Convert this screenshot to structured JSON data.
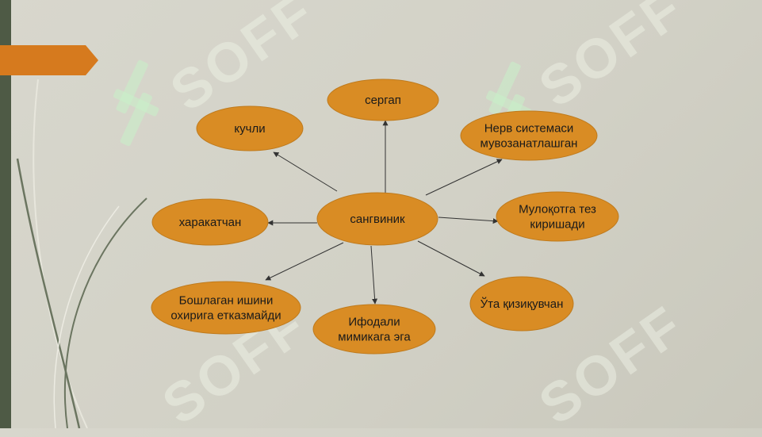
{
  "watermark": {
    "text": "SOFF"
  },
  "colors": {
    "node_fill": "#d98c24",
    "node_stroke": "#bf7a1c",
    "accent": "#d67a1e",
    "left_bar": "#4e5a45",
    "arrow": "#333333"
  },
  "diagram": {
    "center": {
      "id": "sanguinik",
      "label": "сангвиник"
    },
    "nodes": [
      {
        "id": "sergap",
        "lines": [
          "сергап"
        ]
      },
      {
        "id": "kuchli",
        "lines": [
          "кучли"
        ]
      },
      {
        "id": "nerve",
        "lines": [
          "Нерв системаси",
          "мувозанатлашган"
        ]
      },
      {
        "id": "harakatchan",
        "lines": [
          "харакатчан"
        ]
      },
      {
        "id": "muloqot",
        "lines": [
          "Мулоқотга тез",
          "киришади"
        ]
      },
      {
        "id": "boshlagan",
        "lines": [
          "Бошлаган ишини",
          "охирига етказмайди"
        ]
      },
      {
        "id": "ifodali",
        "lines": [
          "Ифодали",
          "мимикага  эга"
        ]
      },
      {
        "id": "qiziquvchan",
        "lines": [
          "Ўта қизиқувчан"
        ]
      }
    ],
    "edges": [
      {
        "from": "sanguinik",
        "to": "sergap"
      },
      {
        "from": "sanguinik",
        "to": "kuchli"
      },
      {
        "from": "sanguinik",
        "to": "nerve"
      },
      {
        "from": "sanguinik",
        "to": "harakatchan"
      },
      {
        "from": "sanguinik",
        "to": "muloqot"
      },
      {
        "from": "sanguinik",
        "to": "boshlagan"
      },
      {
        "from": "sanguinik",
        "to": "ifodali"
      },
      {
        "from": "sanguinik",
        "to": "qiziquvchan"
      }
    ]
  }
}
